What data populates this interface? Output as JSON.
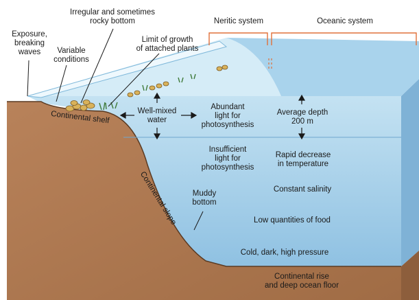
{
  "labels": {
    "exposure": "Exposure,\nbreaking\nwaves",
    "variable": "Variable\nconditions",
    "irregular": "Irregular and sometimes\nrocky bottom",
    "limit": "Limit of growth\nof attached plants",
    "neritic": "Neritic system",
    "oceanic": "Oceanic system",
    "shelf": "Continental shelf",
    "well_mixed": "Well-mixed\nwater",
    "abundant": "Abundant\nlight for\nphotosynthesis",
    "avg_depth": "Average depth\n200 m",
    "insufficient": "Insufficient\nlight for\nphotosynthesis",
    "rapid": "Rapid decrease\nin temperature",
    "salinity": "Constant salinity",
    "slope": "Continental slope",
    "muddy": "Muddy\nbottom",
    "food": "Low quantities of food",
    "cold": "Cold, dark, high pressure",
    "rise": "Continental rise\nand deep ocean floor"
  },
  "colors": {
    "water_top": "#b9dcef",
    "water_deep": "#8fc3e4",
    "sediment": "#b07a52",
    "sediment_dark": "#8d5e3c",
    "bracket": "#e0703a"
  }
}
